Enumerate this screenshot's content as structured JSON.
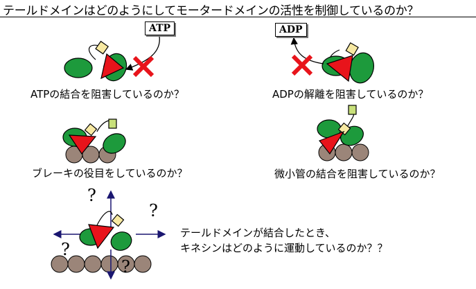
{
  "title": "テールドメインはどのようにしてモータードメインの活性を制御しているのか？",
  "atp_box": "ATP",
  "adp_box": "ADP",
  "captions": {
    "atp_binding": "ATPの結合を阻害しているのか？",
    "adp_release": "ADPの解離を阻害しているのか？",
    "brake": "ブレーキの役目をしているのか？",
    "microtubule": "微小管の結合を阻害しているのか？",
    "motion_line1": "テールドメインが結合したとき、",
    "motion_line2": "キネシンはどのように運動しているのか？？"
  },
  "question_mark": "?",
  "colors": {
    "motor_red": "#e8141b",
    "tail_green": "#1d9a3c",
    "tail_yellow": "#f7e9a2",
    "tail_lime": "#c8e07a",
    "cross_red": "#e8141b",
    "arrow_navy": "#1a1670",
    "tubulin_brown": "#9b8579"
  }
}
